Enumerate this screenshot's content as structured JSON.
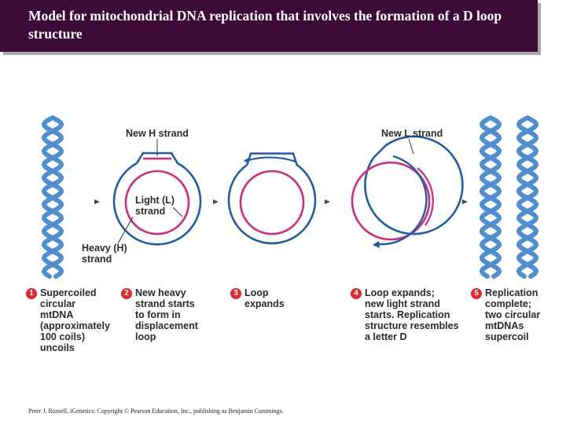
{
  "title": "Model for mitochondrial DNA replication that  involves the formation of a D loop structure",
  "labels": {
    "new_h_strand": "New H strand",
    "light_strand_line1": "Light (L)",
    "light_strand_line2": "strand",
    "heavy_strand_line1": "Heavy (H)",
    "heavy_strand_line2": "strand",
    "new_l_strand": "New L strand"
  },
  "steps": [
    {
      "num": "1",
      "text": "Supercoiled\ncircular\nmtDNA\n(approximately\n100 coils)\nuncoils"
    },
    {
      "num": "2",
      "text": "New heavy\nstrand starts\nto form in\ndisplacement\nloop"
    },
    {
      "num": "3",
      "text": "Loop\nexpands"
    },
    {
      "num": "4",
      "text": "Loop expands;\nnew light strand\nstarts. Replication\nstructure resembles\na letter D"
    },
    {
      "num": "5",
      "text": "Replication\ncomplete;\ntwo circular\nmtDNAs\nsupercoil"
    }
  ],
  "copyright": "Peter J. Russell, iGenetics: Copyright © Pearson Education, Inc., publishing as Benjamin Cummings.",
  "colors": {
    "title_bar": "#3b0a36",
    "dna_blue": "#4f8fd1",
    "heavy_strand": "#1f5ba8",
    "light_strand": "#d6297a",
    "step_number": "#e1282e"
  }
}
